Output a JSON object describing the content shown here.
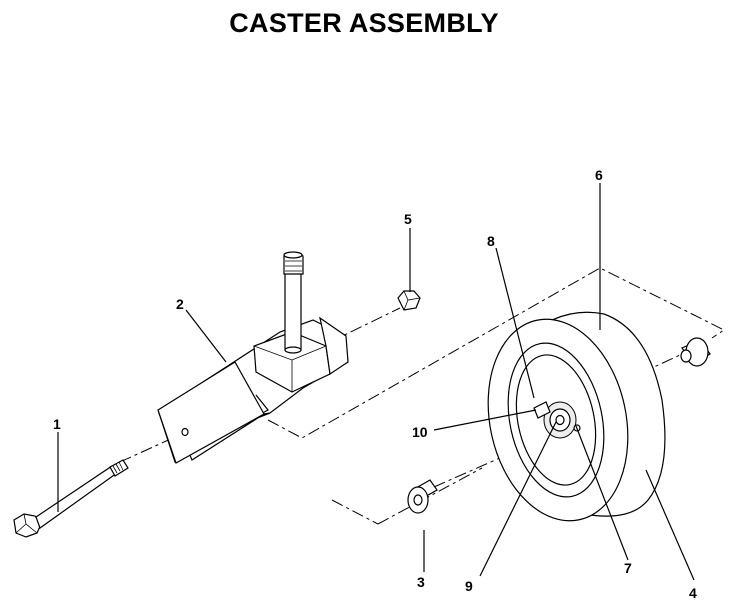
{
  "title": "CASTER ASSEMBLY",
  "callouts": [
    "1",
    "2",
    "3",
    "4",
    "5",
    "6",
    "7",
    "8",
    "9",
    "10"
  ]
}
